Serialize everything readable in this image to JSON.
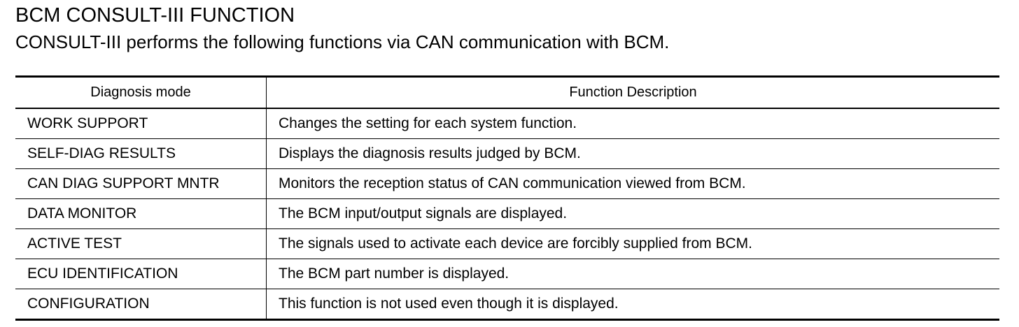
{
  "title": "BCM CONSULT-III FUNCTION",
  "subtitle": "CONSULT-III performs the following functions via CAN communication with BCM.",
  "table": {
    "headers": [
      "Diagnosis mode",
      "Function Description"
    ],
    "rows": [
      {
        "mode": "WORK SUPPORT",
        "description": "Changes the setting for each system function."
      },
      {
        "mode": "SELF-DIAG RESULTS",
        "description": "Displays the diagnosis results judged by BCM."
      },
      {
        "mode": "CAN DIAG SUPPORT MNTR",
        "description": "Monitors the reception status of CAN communication viewed from BCM."
      },
      {
        "mode": "DATA MONITOR",
        "description": "The BCM input/output signals are displayed."
      },
      {
        "mode": "ACTIVE TEST",
        "description": "The signals used to activate each device are forcibly supplied from BCM."
      },
      {
        "mode": "ECU IDENTIFICATION",
        "description": "The BCM part number is displayed."
      },
      {
        "mode": "CONFIGURATION",
        "description": "This function is not used even though it is displayed."
      }
    ]
  }
}
